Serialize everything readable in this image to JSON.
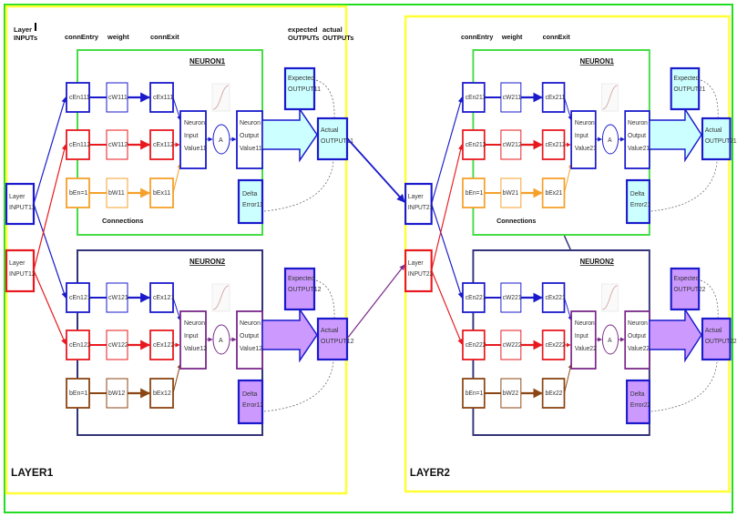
{
  "colors": {
    "frame": "#22dd22",
    "layer_border": "#ffff33",
    "neuron1_border": "#44dd44",
    "neuron2_border": "#33337a",
    "blue": "#1a1acc",
    "red": "#e8191e",
    "orange": "#f5a02a",
    "brown": "#8b4513",
    "purple": "#7a2a8a",
    "cyan_fill": "#ccffff",
    "violet_fill": "#cc99ff"
  },
  "layers": [
    {
      "label": "LAYER1",
      "headers": {
        "layer_inputs": [
          "Layer",
          "INPUTs"
        ],
        "conn_entry": "connEntry",
        "weight": "weight",
        "conn_exit": "connExit",
        "expected": [
          "expected",
          "OUTPUTs"
        ],
        "actual": [
          "actual",
          "OUTPUTs"
        ]
      },
      "inputs": [
        [
          "Layer",
          "INPUT11"
        ],
        [
          "Layer",
          "INPUT12"
        ]
      ],
      "neurons": [
        {
          "title": "NEURON1",
          "connections_label": "Connections",
          "rows": [
            [
              "cEn111",
              "cW111",
              "cEx111"
            ],
            [
              "cEn112",
              "cW112",
              "cEx112"
            ],
            [
              "bEn=1",
              "bW11",
              "bEx11"
            ]
          ],
          "input": [
            "Neuron",
            "Input",
            "Value11"
          ],
          "activation": "A",
          "output": [
            "Neuron",
            "Output",
            "Value11"
          ],
          "expected": [
            "Expected",
            "OUTPUT11"
          ],
          "actual": [
            "Actual",
            "OUTPUT11"
          ],
          "delta": [
            "Delta",
            "Error11"
          ]
        },
        {
          "title": "NEURON2",
          "rows": [
            [
              "cEn121",
              "cW121",
              "cEx121"
            ],
            [
              "cEn122",
              "cW122",
              "cEx122"
            ],
            [
              "bEn=1",
              "bW12",
              "bEx12"
            ]
          ],
          "input": [
            "Neuron",
            "Input",
            "Value12"
          ],
          "activation": "A",
          "output": [
            "Neuron",
            "Output",
            "Value12"
          ],
          "expected": [
            "Expected",
            "OUTPUT12"
          ],
          "actual": [
            "Actual",
            "OUTPUT12"
          ],
          "delta": [
            "Delta",
            "Error12"
          ]
        }
      ]
    },
    {
      "label": "LAYER2",
      "headers": {
        "conn_entry": "connEntry",
        "weight": "weight",
        "conn_exit": "connExit"
      },
      "inputs": [
        [
          "Layer",
          "INPUT21"
        ],
        [
          "Layer",
          "INPUT22"
        ]
      ],
      "neurons": [
        {
          "title": "NEURON1",
          "connections_label": "Connections",
          "rows": [
            [
              "cEn211",
              "cW211",
              "cEx211"
            ],
            [
              "cEn212",
              "cW212",
              "cEx212"
            ],
            [
              "bEn=1",
              "bW21",
              "bEx21"
            ]
          ],
          "input": [
            "Neuron",
            "Input",
            "Value21"
          ],
          "activation": "A",
          "output": [
            "Neuron",
            "Output",
            "Value21"
          ],
          "expected": [
            "Expected",
            "OUTPUT21"
          ],
          "actual": [
            "Actual",
            "OUTPUT21"
          ],
          "delta": [
            "Delta",
            "Error21"
          ]
        },
        {
          "title": "NEURON2",
          "rows": [
            [
              "cEn221",
              "cW221",
              "cEx221"
            ],
            [
              "cEn222",
              "cW222",
              "cEx222"
            ],
            [
              "bEn=1",
              "bW22",
              "bEx22"
            ]
          ],
          "input": [
            "Neuron",
            "Input",
            "Value22"
          ],
          "activation": "A",
          "output": [
            "Neuron",
            "Output",
            "Value22"
          ],
          "expected": [
            "Expected",
            "OUTPUT22"
          ],
          "actual": [
            "Actual",
            "OUTPUT22"
          ],
          "delta": [
            "Delta",
            "Error22"
          ]
        }
      ]
    }
  ]
}
